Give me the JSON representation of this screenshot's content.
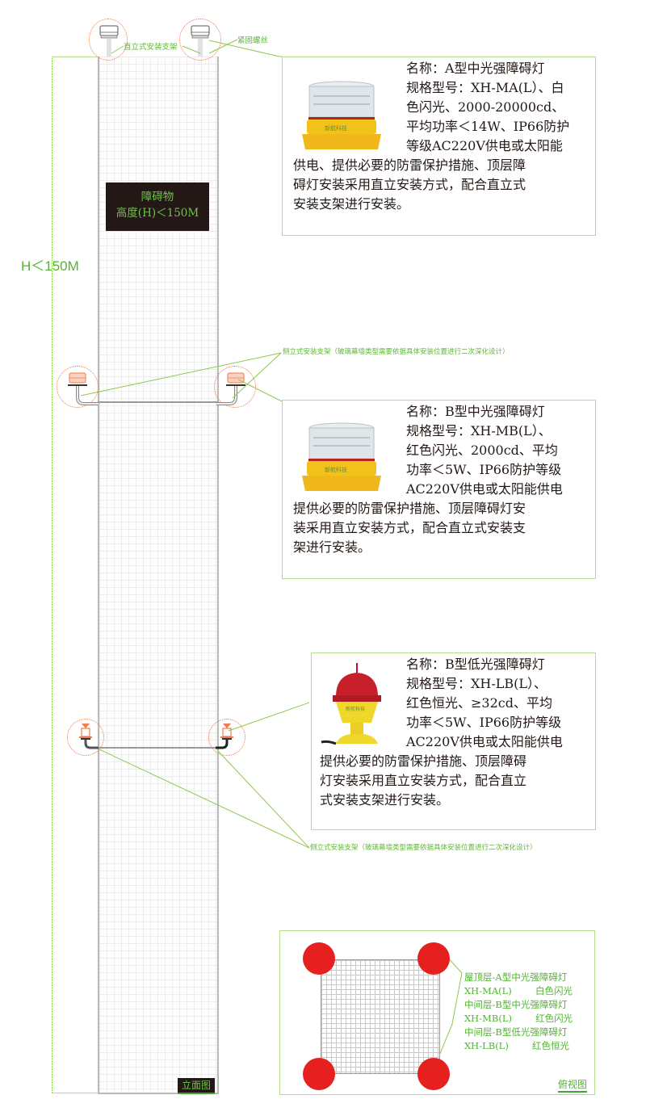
{
  "elevation": {
    "height_dimension": "H＜150M",
    "obstacle_label": {
      "line1": "障碍物",
      "line2": "高度(H)＜150M"
    },
    "view_label": "立面图",
    "callouts": {
      "top_bracket": "直立式安装支架",
      "fastening_bolt": "紧固螺丝",
      "side_bracket_middle": "侧立式安装支架（玻璃幕墙类型需要依据具体安装位置进行二次深化设计）",
      "side_bracket_lower": "侧立式安装支架（玻璃幕墙类型需要依据具体安装位置进行二次深化设计）"
    }
  },
  "products": [
    {
      "id": "A-MI",
      "name_line": "名称：A型中光强障碍灯",
      "lines_right": [
        "名称：A型中光强障碍灯",
        "规格型号：XH-MA(L）、白",
        "色闪光、2000-20000cd、",
        "平均功率＜14W、IP66防护",
        "等级AC220V供电或太阳能"
      ],
      "lines_full": [
        "供电、提供必要的防雷保护措施、顶层障",
        "碍灯安装采用直立安装方式，配合直立式",
        "安装支架进行安装。"
      ],
      "image": "white-flash-medium-intensity-light"
    },
    {
      "id": "B-MI",
      "lines_right": [
        "名称：B型中光强障碍灯",
        "规格型号：XH-MB(L）、",
        "红色闪光、2000cd、平均",
        "功率＜5W、IP66防护等级",
        "AC220V供电或太阳能供电"
      ],
      "lines_full": [
        "提供必要的防雷保护措施、顶层障碍灯安",
        "装采用直立安装方式，配合直立式安装支",
        "架进行安装。"
      ],
      "image": "red-flash-medium-intensity-light"
    },
    {
      "id": "B-LI",
      "lines_right": [
        "名称：B型低光强障碍灯",
        "规格型号：XH-LB(L）、",
        "红色恒光、≥32cd、平均",
        "功率＜5W、IP66防护等级",
        "AC220V供电或太阳能供电"
      ],
      "lines_full": [
        "提供必要的防雷保护措施、顶层障碍",
        "灯安装采用直立安装方式，配合直立",
        "式安装支架进行安装。"
      ],
      "image": "red-steady-low-intensity-light"
    }
  ],
  "plan_view": {
    "legend": [
      "屋顶层-A型中光强障碍灯",
      "XH-MA(L)        白色闪光",
      "中间层-B型中光强障碍灯",
      "XH-MB(L)        红色闪光",
      "中间层-B型低光强障碍灯",
      "XH-LB(L)        红色恒光"
    ],
    "view_label": "俯视图"
  },
  "colors": {
    "accent_green": "#5cb833",
    "callout_line": "#8cc94f",
    "warning_red": "#e61f1f",
    "dotted_circle": "#f07a4a",
    "light_body_yellow": "#f2c21b"
  }
}
